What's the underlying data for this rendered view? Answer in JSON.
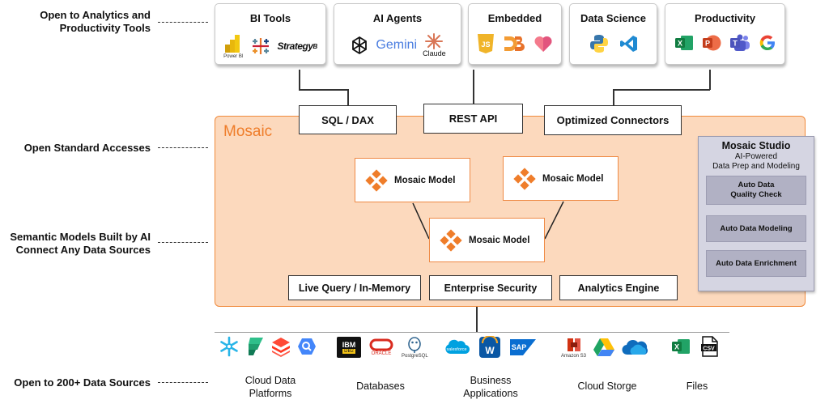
{
  "side_labels": {
    "tools": "Open to Analytics and\nProductivity Tools",
    "access": "Open Standard Accesses",
    "models": "Semantic Models Built by AI\nConnect Any Data Sources",
    "sources": "Open to 200+ Data Sources"
  },
  "tools": [
    {
      "title": "BI Tools",
      "logos": [
        "Power BI",
        "Strategy"
      ]
    },
    {
      "title": "AI Agents",
      "logos": [
        "Gemini",
        "Claude"
      ]
    },
    {
      "title": "Embedded"
    },
    {
      "title": "Data Science"
    },
    {
      "title": "Productivity"
    }
  ],
  "accesses": [
    "SQL / DAX",
    "REST API",
    "Optimized Connectors"
  ],
  "mosaic": {
    "title": "Mosaic",
    "models": [
      "Mosaic Model",
      "Mosaic Model",
      "Mosaic Model"
    ],
    "features": [
      "Live Query / In-Memory",
      "Enterprise Security",
      "Analytics Engine"
    ]
  },
  "studio": {
    "title": "Mosaic Studio",
    "subtitle_1": "AI-Powered",
    "subtitle_2": "Data Prep and Modeling",
    "items": [
      "Auto Data\nQuality Check",
      "Auto Data Modeling",
      "Auto Data Enrichment"
    ]
  },
  "sources": [
    {
      "label": "Cloud Data\nPlatforms"
    },
    {
      "label": "Databases",
      "logo_text": [
        "IBM",
        "DB2",
        "ORACLE",
        "PostgreSQL"
      ]
    },
    {
      "label": "Business\nApplications",
      "logo_text": [
        "salesforce",
        "SAP"
      ]
    },
    {
      "label": "Cloud Storge",
      "logo_text": [
        "Amazon S3"
      ]
    },
    {
      "label": "Files",
      "logo_text": [
        "CSV"
      ]
    }
  ],
  "colors": {
    "accent": "#ef7d2a",
    "panel_fill": "#fcd9bd",
    "studio_fill": "#d5d5e2"
  }
}
